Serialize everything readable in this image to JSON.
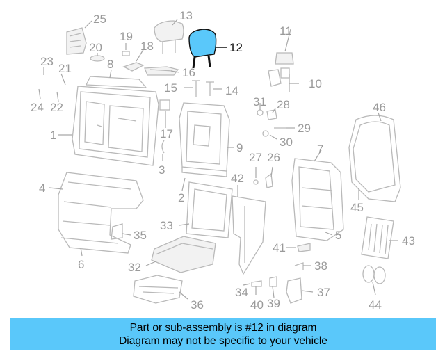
{
  "diagram": {
    "highlight_color": "#5ac8fa",
    "highlighted_part": "12",
    "callouts": [
      "1",
      "2",
      "3",
      "4",
      "5",
      "6",
      "7",
      "8",
      "9",
      "10",
      "11",
      "12",
      "13",
      "14",
      "15",
      "16",
      "17",
      "18",
      "19",
      "20",
      "21",
      "22",
      "23",
      "24",
      "25",
      "26",
      "27",
      "28",
      "29",
      "30",
      "31",
      "32",
      "33",
      "34",
      "35",
      "36",
      "37",
      "38",
      "39",
      "40",
      "41",
      "42",
      "43",
      "44",
      "45",
      "46"
    ]
  },
  "banner": {
    "line1": "Part or sub-assembly is #12 in diagram",
    "line2": "Diagram may not be specific to your vehicle",
    "background": "#5ac8fa"
  }
}
